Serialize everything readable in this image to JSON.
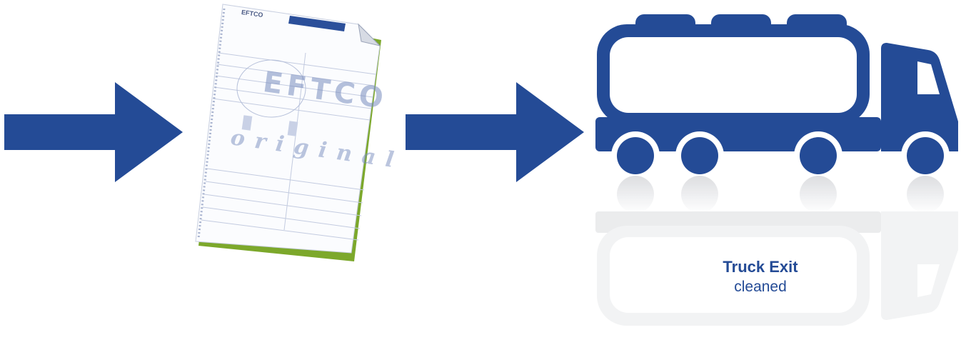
{
  "document": {
    "brand": "EFTCO",
    "wordmark": "EFTCO",
    "stamp": "original"
  },
  "caption": {
    "title": "Truck Exit",
    "subtitle": "cleaned"
  },
  "colors": {
    "primary_blue": "#244b96",
    "document_edge_green": "#7ca82b"
  },
  "icons": [
    "arrow-right-icon",
    "document-icon",
    "arrow-right-icon",
    "tanker-truck-icon"
  ]
}
